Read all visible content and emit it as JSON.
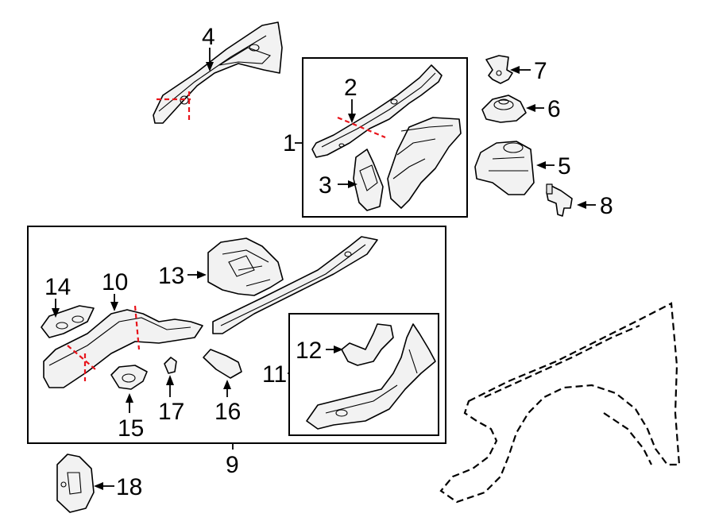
{
  "callouts": {
    "c1": "1",
    "c2": "2",
    "c3": "3",
    "c4": "4",
    "c5": "5",
    "c6": "6",
    "c7": "7",
    "c8": "8",
    "c9": "9",
    "c10": "10",
    "c11": "11",
    "c12": "12",
    "c13": "13",
    "c14": "14",
    "c15": "15",
    "c16": "16",
    "c17": "17",
    "c18": "18"
  },
  "colors": {
    "cut_line": "#e8141b",
    "line": "#000000",
    "background": "#ffffff"
  }
}
